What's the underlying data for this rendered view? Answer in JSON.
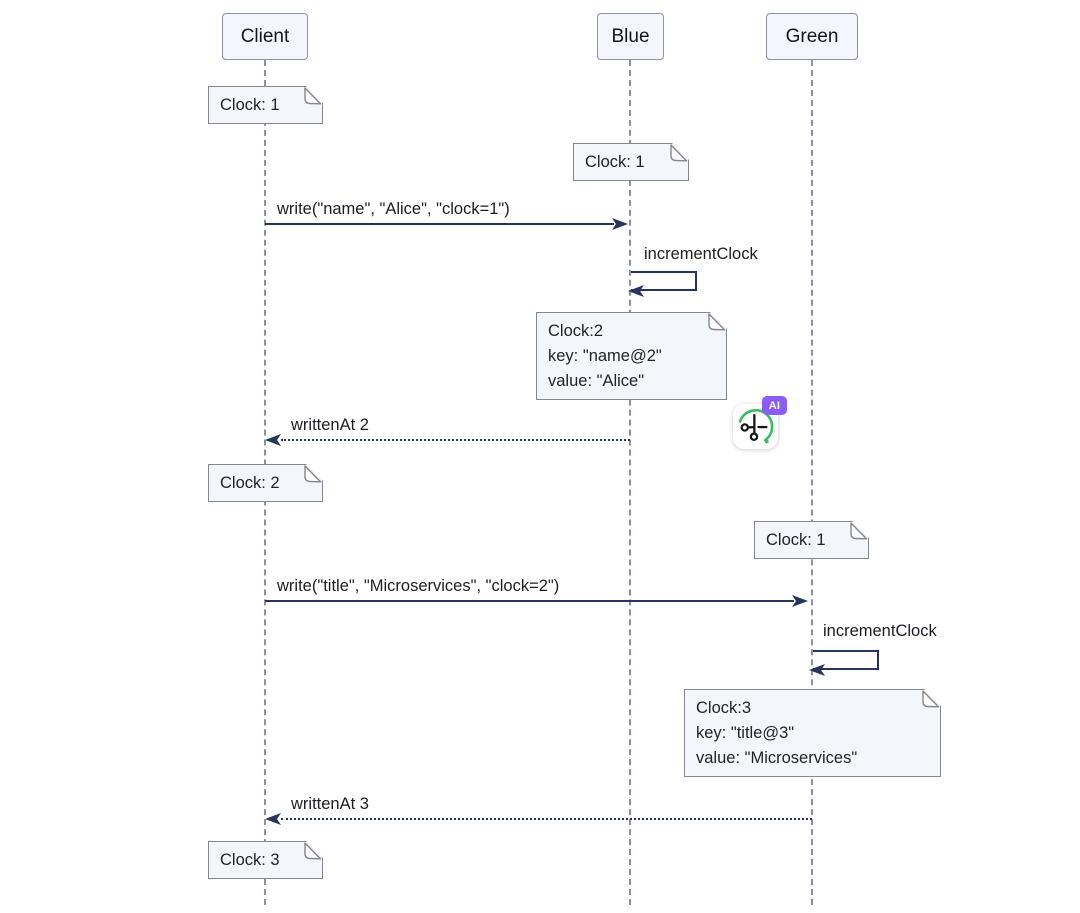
{
  "diagram": {
    "participants": [
      {
        "id": "client",
        "label": "Client"
      },
      {
        "id": "blue",
        "label": "Blue"
      },
      {
        "id": "green",
        "label": "Green"
      }
    ],
    "notes": [
      {
        "id": "client-clock-1",
        "lines": [
          "Clock: 1"
        ]
      },
      {
        "id": "blue-clock-1",
        "lines": [
          "Clock: 1"
        ]
      },
      {
        "id": "blue-clock-2",
        "lines": [
          "Clock:2",
          "key: \"name@2\"",
          "value: \"Alice\""
        ]
      },
      {
        "id": "client-clock-2",
        "lines": [
          "Clock: 2"
        ]
      },
      {
        "id": "green-clock-1",
        "lines": [
          "Clock: 1"
        ]
      },
      {
        "id": "green-clock-3",
        "lines": [
          "Clock:3",
          "key: \"title@3\"",
          "value: \"Microservices\""
        ]
      },
      {
        "id": "client-clock-3",
        "lines": [
          "Clock: 3"
        ]
      }
    ],
    "messages": [
      {
        "id": "write-name",
        "label": "write(\"name\", \"Alice\", \"clock=1\")",
        "type": "solid"
      },
      {
        "id": "increment-blue",
        "label": "incrementClock",
        "type": "self"
      },
      {
        "id": "written-at-2",
        "label": "writtenAt 2",
        "type": "dotted"
      },
      {
        "id": "write-title",
        "label": "write(\"title\", \"Microservices\", \"clock=2\")",
        "type": "solid"
      },
      {
        "id": "increment-green",
        "label": "incrementClock",
        "type": "self"
      },
      {
        "id": "written-at-3",
        "label": "writtenAt 3",
        "type": "dotted"
      }
    ],
    "overlay": {
      "badge_text": "AI",
      "icon": "scissors-icon"
    },
    "colors": {
      "arrow": "#27345f",
      "note_fill": "#f3f6fa",
      "note_border": "#86868f",
      "actor_fill": "#f5f5fd",
      "actor_border": "#8f8fb3",
      "lifeline": "#8d8dad",
      "ai_badge": "#8b5cf6",
      "arc_green": "#33c05e"
    }
  }
}
